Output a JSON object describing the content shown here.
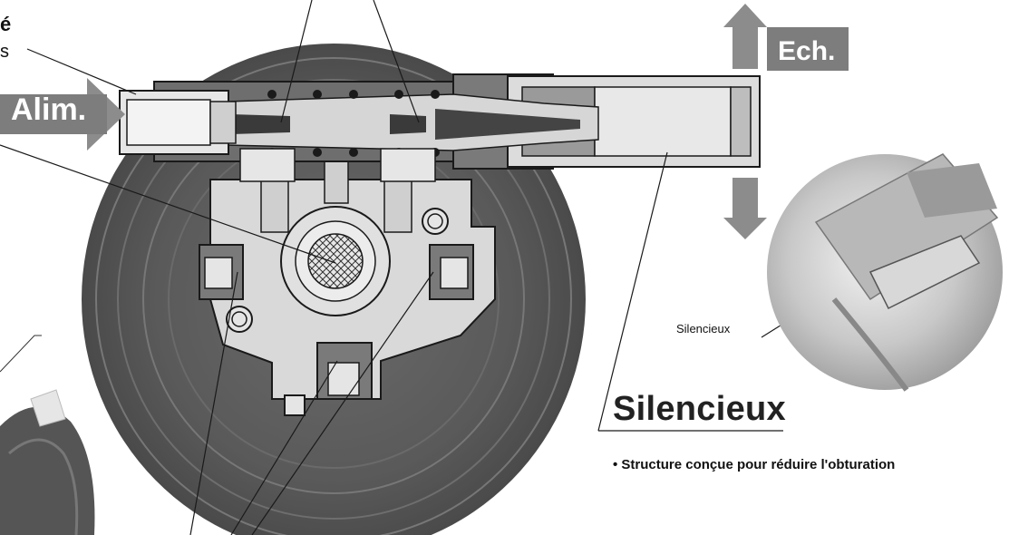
{
  "labels": {
    "supply": "Alim.",
    "exhaust": "Ech.",
    "silencer_callout": "Silencieux",
    "section_title": "Silencieux",
    "bullet": "• Structure conçue pour réduire l'obturation",
    "cut_top_left_1": "é",
    "cut_top_left_2": "s"
  },
  "colors": {
    "arrow_gray": "#8c8c8c",
    "label_bg": "#7d7d7d",
    "body_dark": "#555555",
    "body_light": "#dcdcdc",
    "outline": "#1a1a1a"
  }
}
